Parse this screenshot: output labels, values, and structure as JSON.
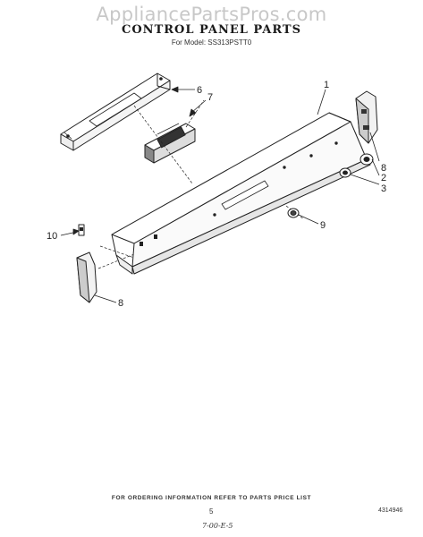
{
  "watermark": "AppliancePartsPros.com",
  "header": {
    "title": "CONTROL PANEL PARTS",
    "model": "For Model: SS313PSTT0"
  },
  "callouts": {
    "c1": "1",
    "c2": "2",
    "c3": "3",
    "c6": "6",
    "c7": "7",
    "c8a": "8",
    "c8b": "8",
    "c9": "9",
    "c10": "10"
  },
  "footer": {
    "note": "FOR ORDERING INFORMATION REFER TO PARTS PRICE LIST",
    "page": "5",
    "doc_number": "4314946",
    "handwritten": "7-00-E-5"
  }
}
